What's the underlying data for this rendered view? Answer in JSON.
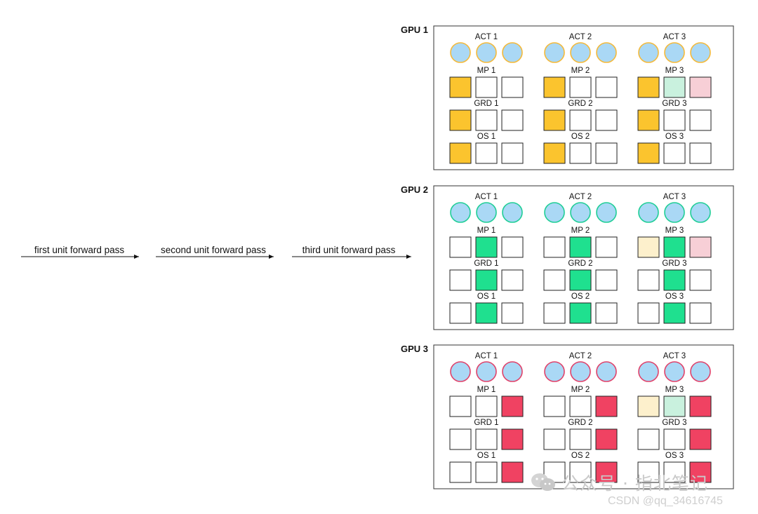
{
  "passes": [
    {
      "label": "first unit forward pass"
    },
    {
      "label": "second unit forward pass"
    },
    {
      "label": "third unit forward pass"
    }
  ],
  "colors": {
    "act_fill": "#aad8f5",
    "mp_grd_os_gpu1": "#fbc42e",
    "gpu2": "#1fe08f",
    "gpu3": "#f04262",
    "light_green": "#c9f1de",
    "light_pink": "#f7cfd6",
    "light_yellow": "#fdf0cc",
    "empty": "#ffffff"
  },
  "gpus": [
    {
      "label": "GPU 1",
      "act_ring": "#f4b93a",
      "units": [
        {
          "act": "ACT 1",
          "mp": "MP 1",
          "grd": "GRD 1",
          "os": "OS 1",
          "rows": {
            "mp": [
              "#fbc42e",
              "#ffffff",
              "#ffffff"
            ],
            "grd": [
              "#fbc42e",
              "#ffffff",
              "#ffffff"
            ],
            "os": [
              "#fbc42e",
              "#ffffff",
              "#ffffff"
            ]
          }
        },
        {
          "act": "ACT 2",
          "mp": "MP 2",
          "grd": "GRD 2",
          "os": "OS 2",
          "rows": {
            "mp": [
              "#fbc42e",
              "#ffffff",
              "#ffffff"
            ],
            "grd": [
              "#fbc42e",
              "#ffffff",
              "#ffffff"
            ],
            "os": [
              "#fbc42e",
              "#ffffff",
              "#ffffff"
            ]
          }
        },
        {
          "act": "ACT 3",
          "mp": "MP 3",
          "grd": "GRD 3",
          "os": "OS 3",
          "rows": {
            "mp": [
              "#fbc42e",
              "#c9f1de",
              "#f7cfd6"
            ],
            "grd": [
              "#fbc42e",
              "#ffffff",
              "#ffffff"
            ],
            "os": [
              "#fbc42e",
              "#ffffff",
              "#ffffff"
            ]
          }
        }
      ]
    },
    {
      "label": "GPU 2",
      "act_ring": "#1fce96",
      "units": [
        {
          "act": "ACT 1",
          "mp": "MP 1",
          "grd": "GRD 1",
          "os": "OS 1",
          "rows": {
            "mp": [
              "#ffffff",
              "#1fe08f",
              "#ffffff"
            ],
            "grd": [
              "#ffffff",
              "#1fe08f",
              "#ffffff"
            ],
            "os": [
              "#ffffff",
              "#1fe08f",
              "#ffffff"
            ]
          }
        },
        {
          "act": "ACT 2",
          "mp": "MP 2",
          "grd": "GRD 2",
          "os": "OS 2",
          "rows": {
            "mp": [
              "#ffffff",
              "#1fe08f",
              "#ffffff"
            ],
            "grd": [
              "#ffffff",
              "#1fe08f",
              "#ffffff"
            ],
            "os": [
              "#ffffff",
              "#1fe08f",
              "#ffffff"
            ]
          }
        },
        {
          "act": "ACT 3",
          "mp": "MP 3",
          "grd": "GRD 3",
          "os": "OS 3",
          "rows": {
            "mp": [
              "#fdf0cc",
              "#1fe08f",
              "#f7cfd6"
            ],
            "grd": [
              "#ffffff",
              "#1fe08f",
              "#ffffff"
            ],
            "os": [
              "#ffffff",
              "#1fe08f",
              "#ffffff"
            ]
          }
        }
      ]
    },
    {
      "label": "GPU 3",
      "act_ring": "#e0426a",
      "units": [
        {
          "act": "ACT 1",
          "mp": "MP 1",
          "grd": "GRD 1",
          "os": "OS 1",
          "rows": {
            "mp": [
              "#ffffff",
              "#ffffff",
              "#f04262"
            ],
            "grd": [
              "#ffffff",
              "#ffffff",
              "#f04262"
            ],
            "os": [
              "#ffffff",
              "#ffffff",
              "#f04262"
            ]
          }
        },
        {
          "act": "ACT 2",
          "mp": "MP 2",
          "grd": "GRD 2",
          "os": "OS 2",
          "rows": {
            "mp": [
              "#ffffff",
              "#ffffff",
              "#f04262"
            ],
            "grd": [
              "#ffffff",
              "#ffffff",
              "#f04262"
            ],
            "os": [
              "#ffffff",
              "#ffffff",
              "#f04262"
            ]
          }
        },
        {
          "act": "ACT 3",
          "mp": "MP 3",
          "grd": "GRD 3",
          "os": "OS 3",
          "rows": {
            "mp": [
              "#fdf0cc",
              "#c9f1de",
              "#f04262"
            ],
            "grd": [
              "#ffffff",
              "#ffffff",
              "#f04262"
            ],
            "os": [
              "#ffffff",
              "#ffffff",
              "#f04262"
            ]
          }
        }
      ]
    }
  ],
  "watermark": {
    "logo": "wechat-logo-icon",
    "text": "公众号 · 指北笔记",
    "csdn": "CSDN @qq_34616745"
  }
}
